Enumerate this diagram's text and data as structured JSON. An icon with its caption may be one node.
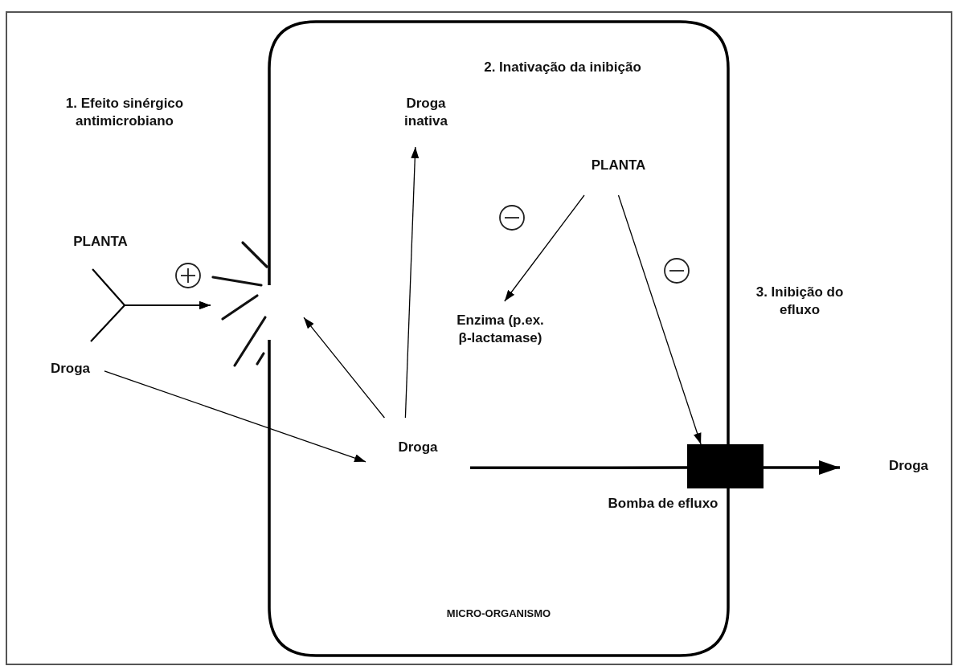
{
  "diagram": {
    "nodes": [
      {
        "text": [
          "MICRO-ORGANISMO"
        ]
      },
      {
        "text": [
          "PLANTA"
        ]
      },
      {
        "text": [
          "Droga"
        ]
      },
      {
        "text": [],
        "shape": "burst"
      },
      {
        "text": [
          "Droga inativa"
        ],
        "in": 0
      },
      {
        "text": [
          "PLANTA"
        ],
        "in": 0
      },
      {
        "text": [
          "Enzima (p.ex. β-lactamase)"
        ],
        "in": 0
      },
      {
        "text": [
          "Droga"
        ],
        "in": 0
      },
      {
        "text": [],
        "shape": "box",
        "beside": [
          "Bomba de efluxo"
        ]
      },
      {
        "text": [
          "Droga"
        ]
      }
    ],
    "edges": [
      {
        "from": 1,
        "to": 3,
        "arrow": "to"
      },
      {
        "from": 2,
        "to": 3,
        "arrow": "to"
      },
      {
        "from": 2,
        "to": 7,
        "arrow": "to"
      },
      {
        "from": 7,
        "to": 3,
        "arrow": "to"
      },
      {
        "from": 7,
        "to": 4,
        "arrow": "to"
      },
      {
        "from": 5,
        "to": 6,
        "arrow": "to"
      },
      {
        "from": 5,
        "to": 8,
        "arrow": "to"
      },
      {
        "from": 7,
        "to": 8,
        "arrow": "none",
        "style": "thick"
      },
      {
        "from": 8,
        "to": 9,
        "arrow": "to",
        "style": "thick"
      }
    ],
    "labels": [
      "1. Efeito sinérgico antimicrobiano",
      "2. Inativação da inibição",
      "3. Inibição do efluxo"
    ]
  }
}
